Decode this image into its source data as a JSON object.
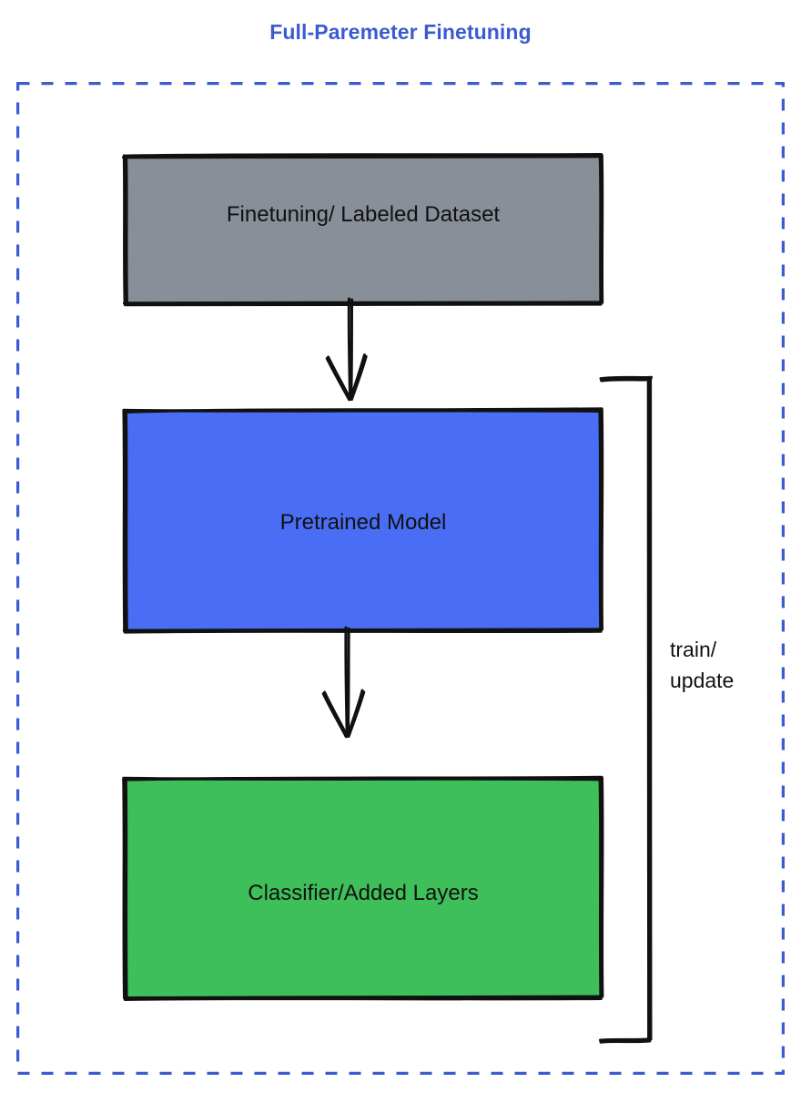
{
  "diagram": {
    "title": "Full-Paremeter Finetuning",
    "title_color": "#3b5bd0",
    "background_color": "#ffffff",
    "frame": {
      "style": "dashed",
      "color": "#3b5bd0"
    },
    "nodes": [
      {
        "id": "dataset",
        "label": "Finetuning/ Labeled Dataset",
        "fill_color": "#888f98",
        "stroke_color": "#111111"
      },
      {
        "id": "pretrained",
        "label": "Pretrained Model",
        "fill_color": "#4a6df5",
        "stroke_color": "#111111"
      },
      {
        "id": "classifier",
        "label": "Classifier/Added Layers",
        "fill_color": "#3fbf59",
        "stroke_color": "#111111"
      }
    ],
    "connectors": [
      {
        "id": "dataset-to-model",
        "from": "dataset",
        "to": "pretrained",
        "kind": "arrow-down",
        "label": ""
      },
      {
        "id": "model-to-classifier",
        "from": "pretrained",
        "to": "classifier",
        "kind": "arrow-down",
        "label": ""
      },
      {
        "id": "feedback-loop",
        "from": "classifier",
        "to": "pretrained",
        "kind": "bracket-loop",
        "label_line1": "train/",
        "label_line2": "update"
      }
    ]
  }
}
